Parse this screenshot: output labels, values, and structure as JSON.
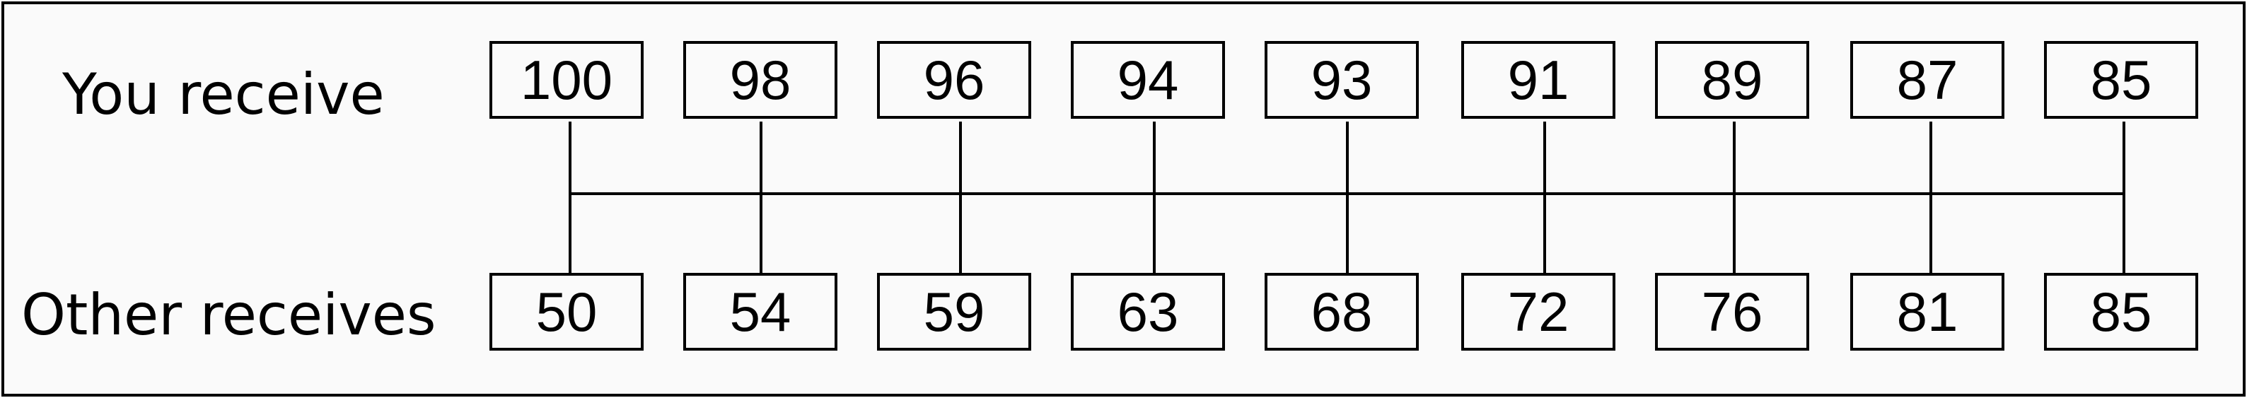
{
  "labels": {
    "you": "You receive",
    "other": "Other receives"
  },
  "options": [
    {
      "you": "100",
      "other": "50"
    },
    {
      "you": "98",
      "other": "54"
    },
    {
      "you": "96",
      "other": "59"
    },
    {
      "you": "94",
      "other": "63"
    },
    {
      "you": "93",
      "other": "68"
    },
    {
      "you": "91",
      "other": "72"
    },
    {
      "you": "89",
      "other": "76"
    },
    {
      "you": "87",
      "other": "81"
    },
    {
      "you": "85",
      "other": "85"
    }
  ]
}
